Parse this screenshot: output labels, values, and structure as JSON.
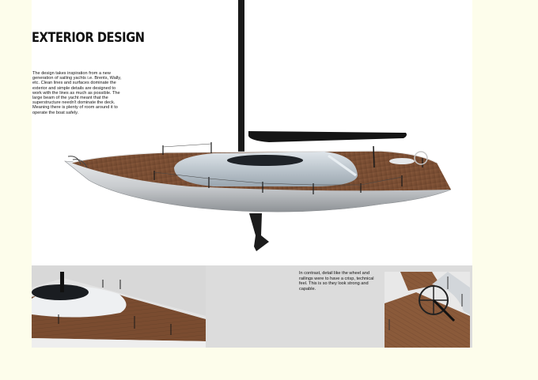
{
  "page": {
    "title": "EXTERIOR DESIGN",
    "intro": "The design takes inspiration from a new generation of sailing yachts i.e. Brents, Wally, etc. Clean lines and surfaces dominate the exterior and simple details are designed to work with the lines as much as possible. The large beam of the yacht meant that the superstructure needn't dominate the deck. Meaning there is plenty of room around it to operate the boat safely.",
    "detail": "In contrast, detail like the wheel and railings were to have a crisp, technical feel. This is so they look strong and capable."
  },
  "colors": {
    "background": "#fdfdeb",
    "hull": "#d4d6d8",
    "deck": "#7a4e34",
    "superstructure": "#b9c3cb",
    "mast": "#1a1a1a",
    "strip": "#dcdcdc"
  },
  "images": {
    "hero": "yacht-render",
    "left": "deck-detail-render",
    "right": "wheel-detail-render"
  }
}
